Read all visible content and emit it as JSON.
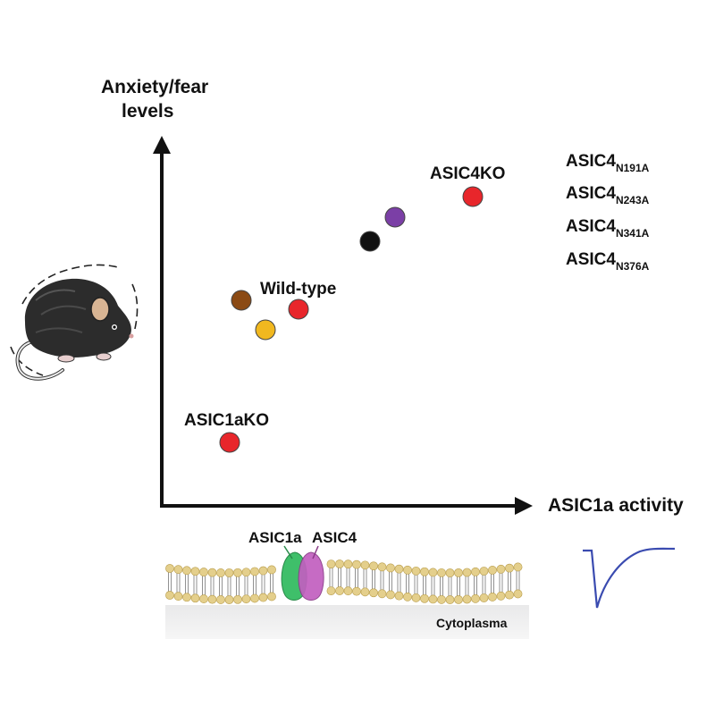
{
  "axes": {
    "y_label_line1": "Anxiety/fear",
    "y_label_line2": "levels",
    "x_label": "ASIC1a activity"
  },
  "points": [
    {
      "label": "ASIC1aKO",
      "color": "#e8262b"
    },
    {
      "label": "Wild-type",
      "color": "#e8262b"
    },
    {
      "label": "ASIC4KO",
      "color": "#e8262b"
    },
    {
      "label": "",
      "color": "#8b4a14"
    },
    {
      "label": "",
      "color": "#f1b81f"
    },
    {
      "label": "",
      "color": "#111111"
    },
    {
      "label": "",
      "color": "#7b3fa6"
    }
  ],
  "legend": [
    {
      "base": "ASIC4",
      "sub": "N191A",
      "color": "#7b3fa6"
    },
    {
      "base": "ASIC4",
      "sub": "N243A",
      "color": "#f1b81f"
    },
    {
      "base": "ASIC4",
      "sub": "N341A",
      "color": "#111111"
    },
    {
      "base": "ASIC4",
      "sub": "N376A",
      "color": "#c0632d"
    }
  ],
  "membrane": {
    "asic1a_label": "ASIC1a",
    "asic4_label": "ASIC4",
    "asic1a_color": "#3fbf6a",
    "asic4_color": "#c25fc0",
    "cytoplasm_label": "Cytoplasma"
  },
  "icons": {
    "mouse": "mouse-icon",
    "current_trace": "current-trace-icon"
  },
  "colors": {
    "trace": "#3a4bb0",
    "lipid_head": "#e4cf8c"
  }
}
